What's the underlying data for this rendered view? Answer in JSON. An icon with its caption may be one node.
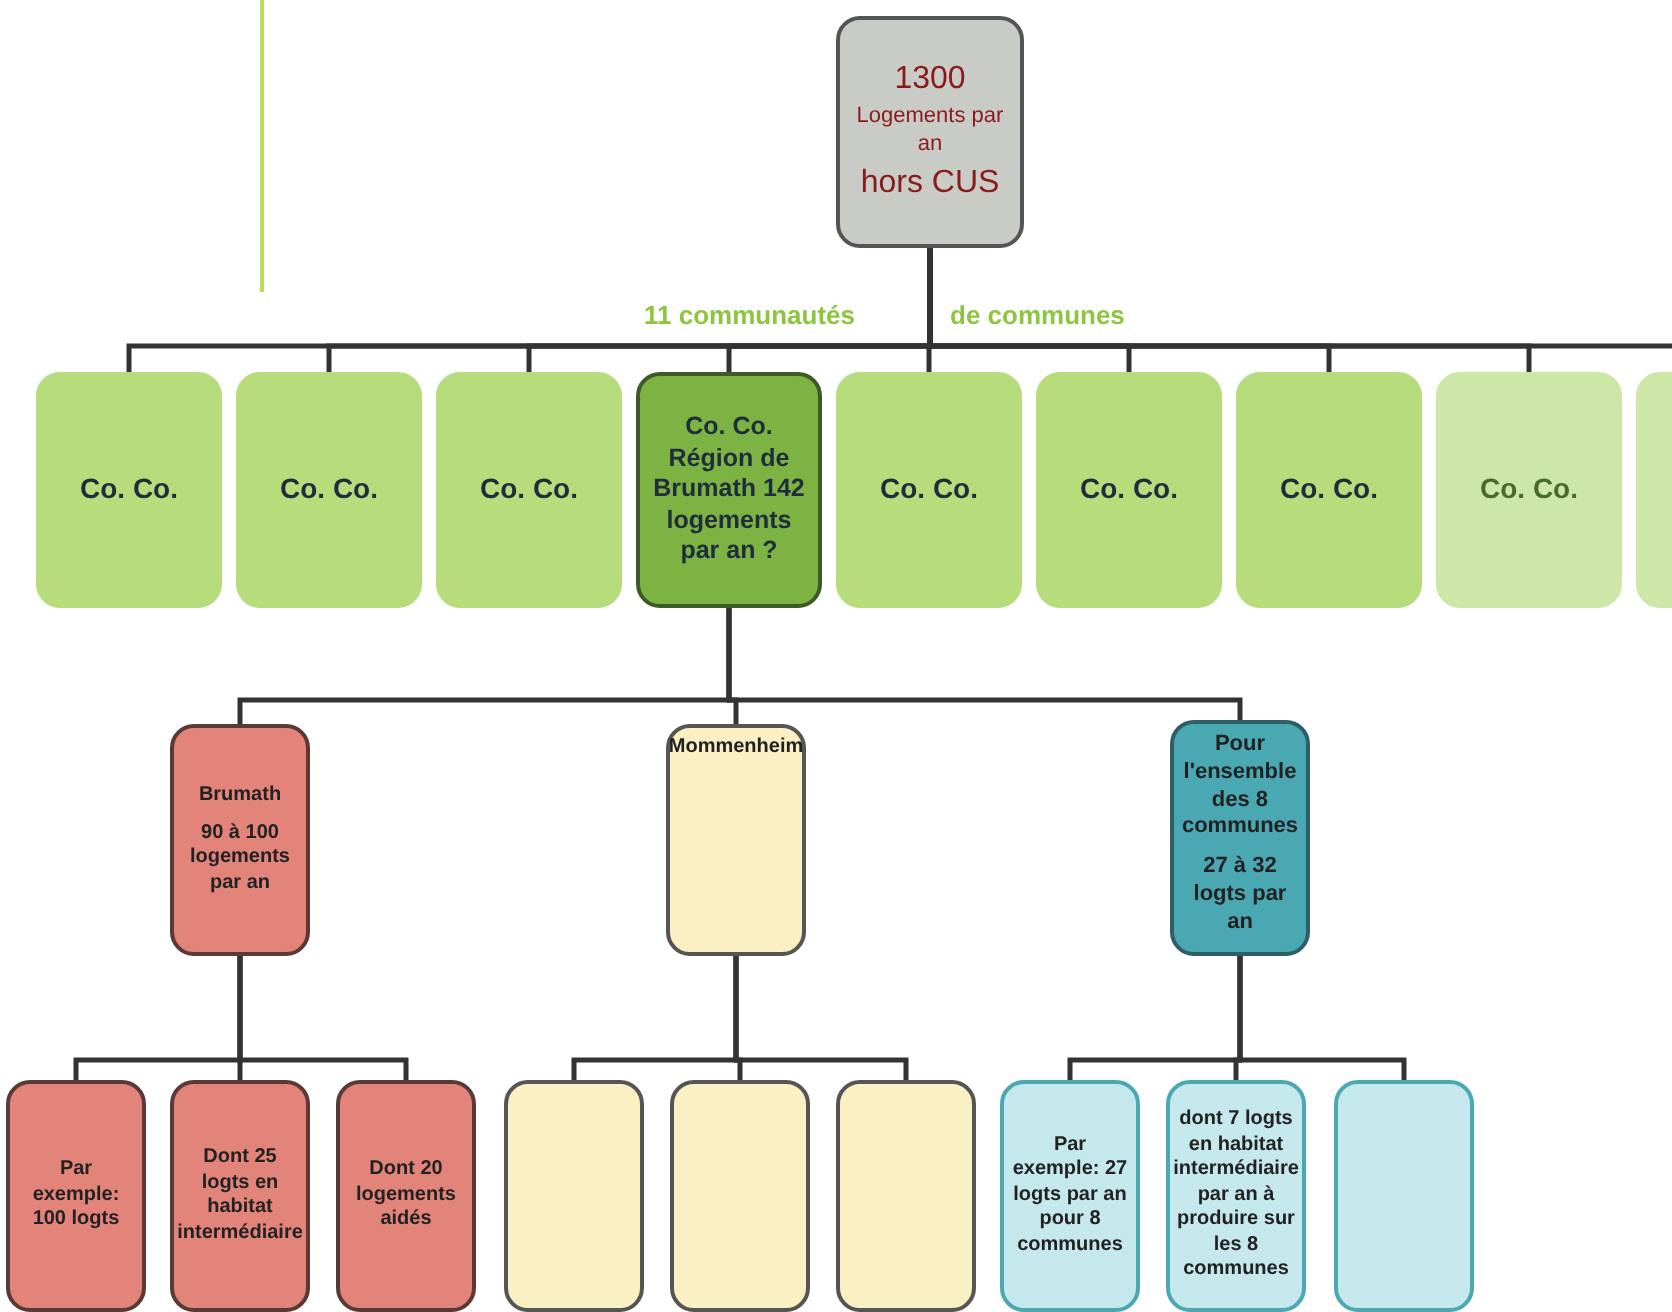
{
  "diagram": {
    "nodes": [
      {
        "text": [
          "1300",
          "Logements par an",
          "hors CUS"
        ]
      },
      {
        "text": [
          "Co. Co."
        ]
      },
      {
        "text": [
          "Co. Co."
        ]
      },
      {
        "text": [
          "Co. Co."
        ]
      },
      {
        "text": [
          "Co. Co. Région de Brumath 142 logements par an ?"
        ]
      },
      {
        "text": [
          "Co. Co."
        ]
      },
      {
        "text": [
          "Co. Co."
        ]
      },
      {
        "text": [
          "Co. Co."
        ]
      },
      {
        "text": [
          "Co. Co."
        ]
      },
      {
        "text": [],
        "shape": "box"
      },
      {
        "text": [
          "Brumath",
          "90 à 100 logements par an"
        ]
      },
      {
        "text": [
          "Mommenheim"
        ]
      },
      {
        "text": [
          "Pour l'ensemble des 8 communes",
          "27 à 32 logts par an"
        ]
      },
      {
        "text": [
          "Par exemple: 100 logts"
        ]
      },
      {
        "text": [
          "Dont 25 logts en habitat intermédiaire"
        ]
      },
      {
        "text": [
          "Dont 20 logements aidés"
        ]
      },
      {
        "text": [],
        "shape": "box"
      },
      {
        "text": [],
        "shape": "box"
      },
      {
        "text": [],
        "shape": "box"
      },
      {
        "text": [
          "Par exemple: 27 logts par an pour 8 communes"
        ]
      },
      {
        "text": [
          "dont 7 logts en habitat intermédiaire par an à produire sur les 8 communes"
        ]
      },
      {
        "text": [],
        "shape": "box"
      }
    ],
    "edges": [
      {
        "from": 0,
        "to": 1,
        "arrow": "none"
      },
      {
        "from": 0,
        "to": 2,
        "arrow": "none"
      },
      {
        "from": 0,
        "to": 3,
        "arrow": "none"
      },
      {
        "from": 0,
        "to": 4,
        "arrow": "none"
      },
      {
        "from": 0,
        "to": 5,
        "arrow": "none"
      },
      {
        "from": 0,
        "to": 6,
        "arrow": "none"
      },
      {
        "from": 0,
        "to": 7,
        "arrow": "none"
      },
      {
        "from": 0,
        "to": 8,
        "arrow": "none"
      },
      {
        "from": 0,
        "to": 9,
        "arrow": "none"
      },
      {
        "from": 4,
        "to": 10,
        "arrow": "none"
      },
      {
        "from": 4,
        "to": 11,
        "arrow": "none"
      },
      {
        "from": 4,
        "to": 12,
        "arrow": "none"
      },
      {
        "from": 10,
        "to": 13,
        "arrow": "none"
      },
      {
        "from": 10,
        "to": 14,
        "arrow": "none"
      },
      {
        "from": 10,
        "to": 15,
        "arrow": "none"
      },
      {
        "from": 11,
        "to": 16,
        "arrow": "none"
      },
      {
        "from": 11,
        "to": 17,
        "arrow": "none"
      },
      {
        "from": 11,
        "to": 18,
        "arrow": "none"
      },
      {
        "from": 12,
        "to": 19,
        "arrow": "none"
      },
      {
        "from": 12,
        "to": 20,
        "arrow": "none"
      },
      {
        "from": 12,
        "to": 21,
        "arrow": "none"
      }
    ],
    "labels": [
      "11 communautés",
      "de communes"
    ]
  }
}
